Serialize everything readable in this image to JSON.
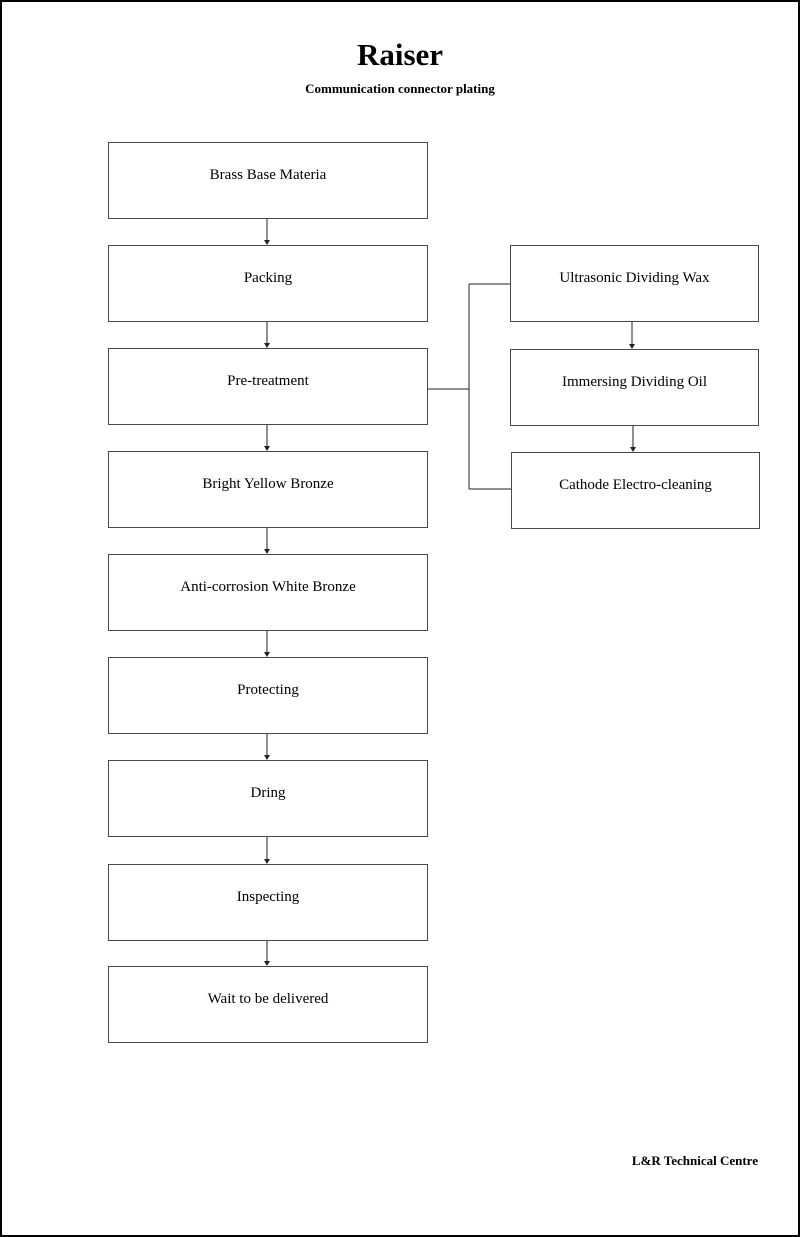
{
  "title": "Raiser",
  "subtitle": "Communication connector plating",
  "footer": "L&R Technical Centre",
  "main_steps": [
    "Brass Base Materia",
    "Packing",
    "Pre-treatment",
    "Bright Yellow Bronze",
    "Anti-corrosion White Bronze",
    "Protecting",
    "Dring",
    "Inspecting",
    "Wait to be delivered"
  ],
  "pretreatment_steps": [
    "Ultrasonic Dividing Wax",
    "Immersing Dividing Oil",
    "Cathode Electro-cleaning"
  ]
}
